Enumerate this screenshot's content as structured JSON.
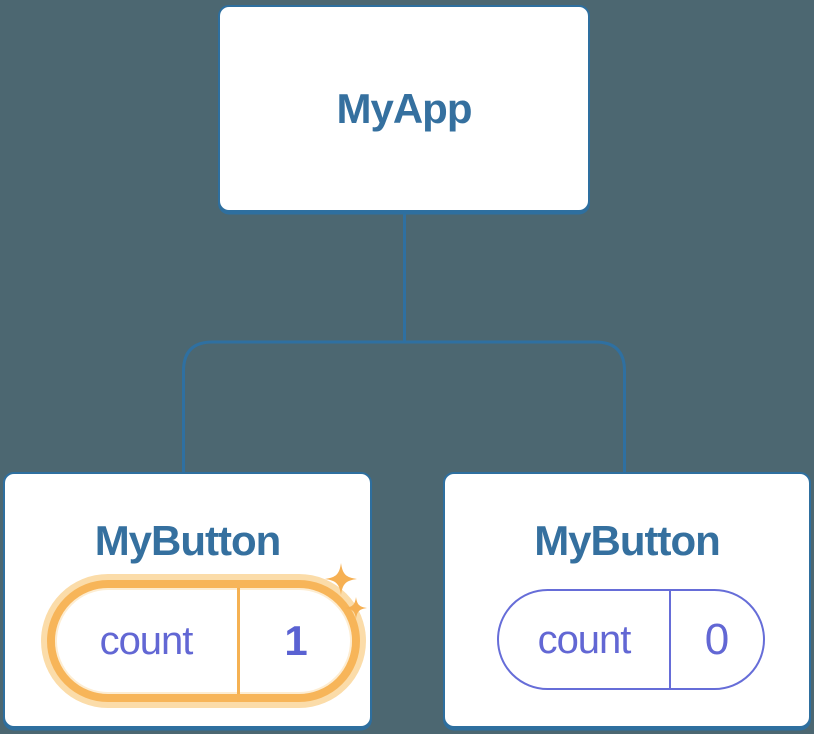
{
  "diagram": {
    "type": "component-tree",
    "colors": {
      "background": "#4C6771",
      "line": "#2F70A1",
      "node_border": "#2E6F9F",
      "title_text": "#35709F",
      "state_border": "#666DD8",
      "state_text": "#6267D4",
      "state_value_highlight_text": "#5A62D2",
      "highlight_ring": "#F7B559",
      "highlight_halo": "#FBDCA9",
      "highlight_divider": "#F5B152",
      "sparkle": "#F6B053"
    },
    "root": {
      "label": "MyApp"
    },
    "children": [
      {
        "label": "MyButton",
        "state": {
          "name": "count",
          "value": "1"
        },
        "highlighted": true,
        "icon": "sparkles-icon"
      },
      {
        "label": "MyButton",
        "state": {
          "name": "count",
          "value": "0"
        },
        "highlighted": false
      }
    ]
  }
}
